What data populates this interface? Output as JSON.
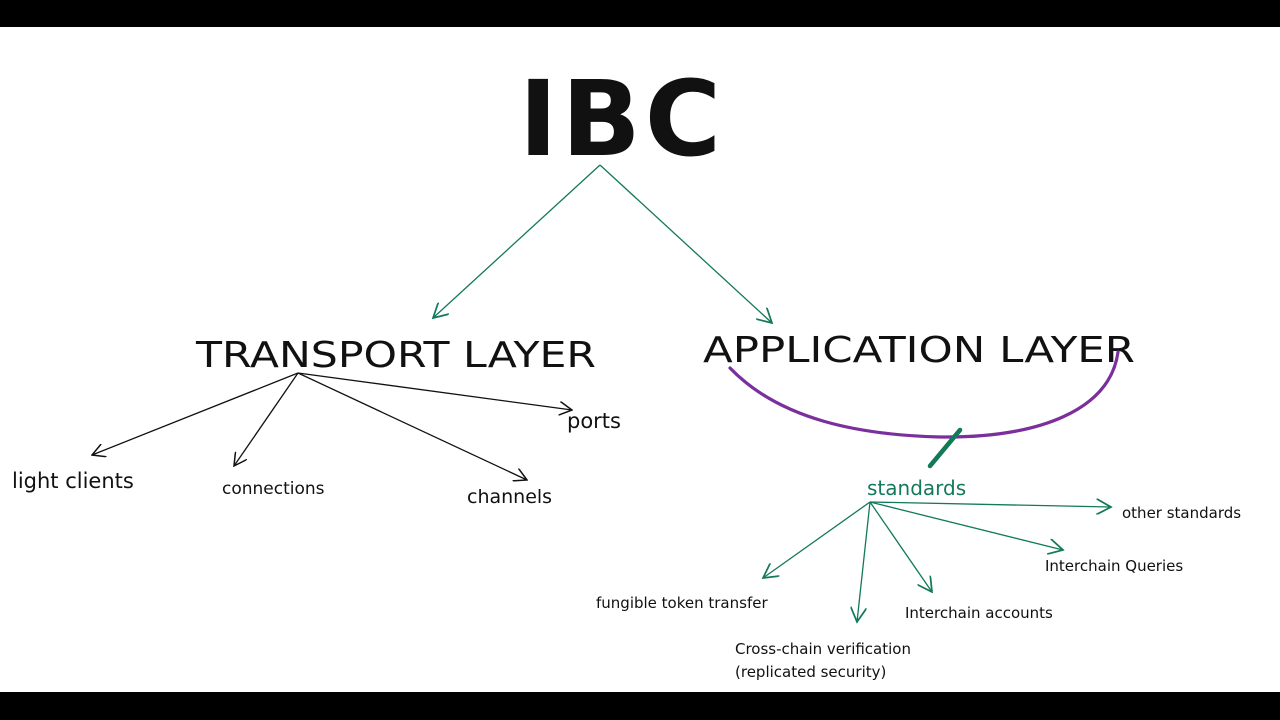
{
  "colors": {
    "ink": "#111111",
    "green": "#12795a",
    "purple": "#7a2f9c",
    "background": "#ffffff",
    "letterbox": "#000000"
  },
  "title": "IBC",
  "transport": {
    "label": "TRANSPORT LAYER",
    "children": [
      "light clients",
      "connections",
      "channels",
      "ports"
    ]
  },
  "application": {
    "label": "APPLICATION LAYER",
    "standards_label": "standards",
    "standards": [
      "fungible token transfer",
      "Cross-chain verification",
      "(replicated security)",
      "Interchain accounts",
      "Interchain Queries",
      "other standards"
    ]
  }
}
